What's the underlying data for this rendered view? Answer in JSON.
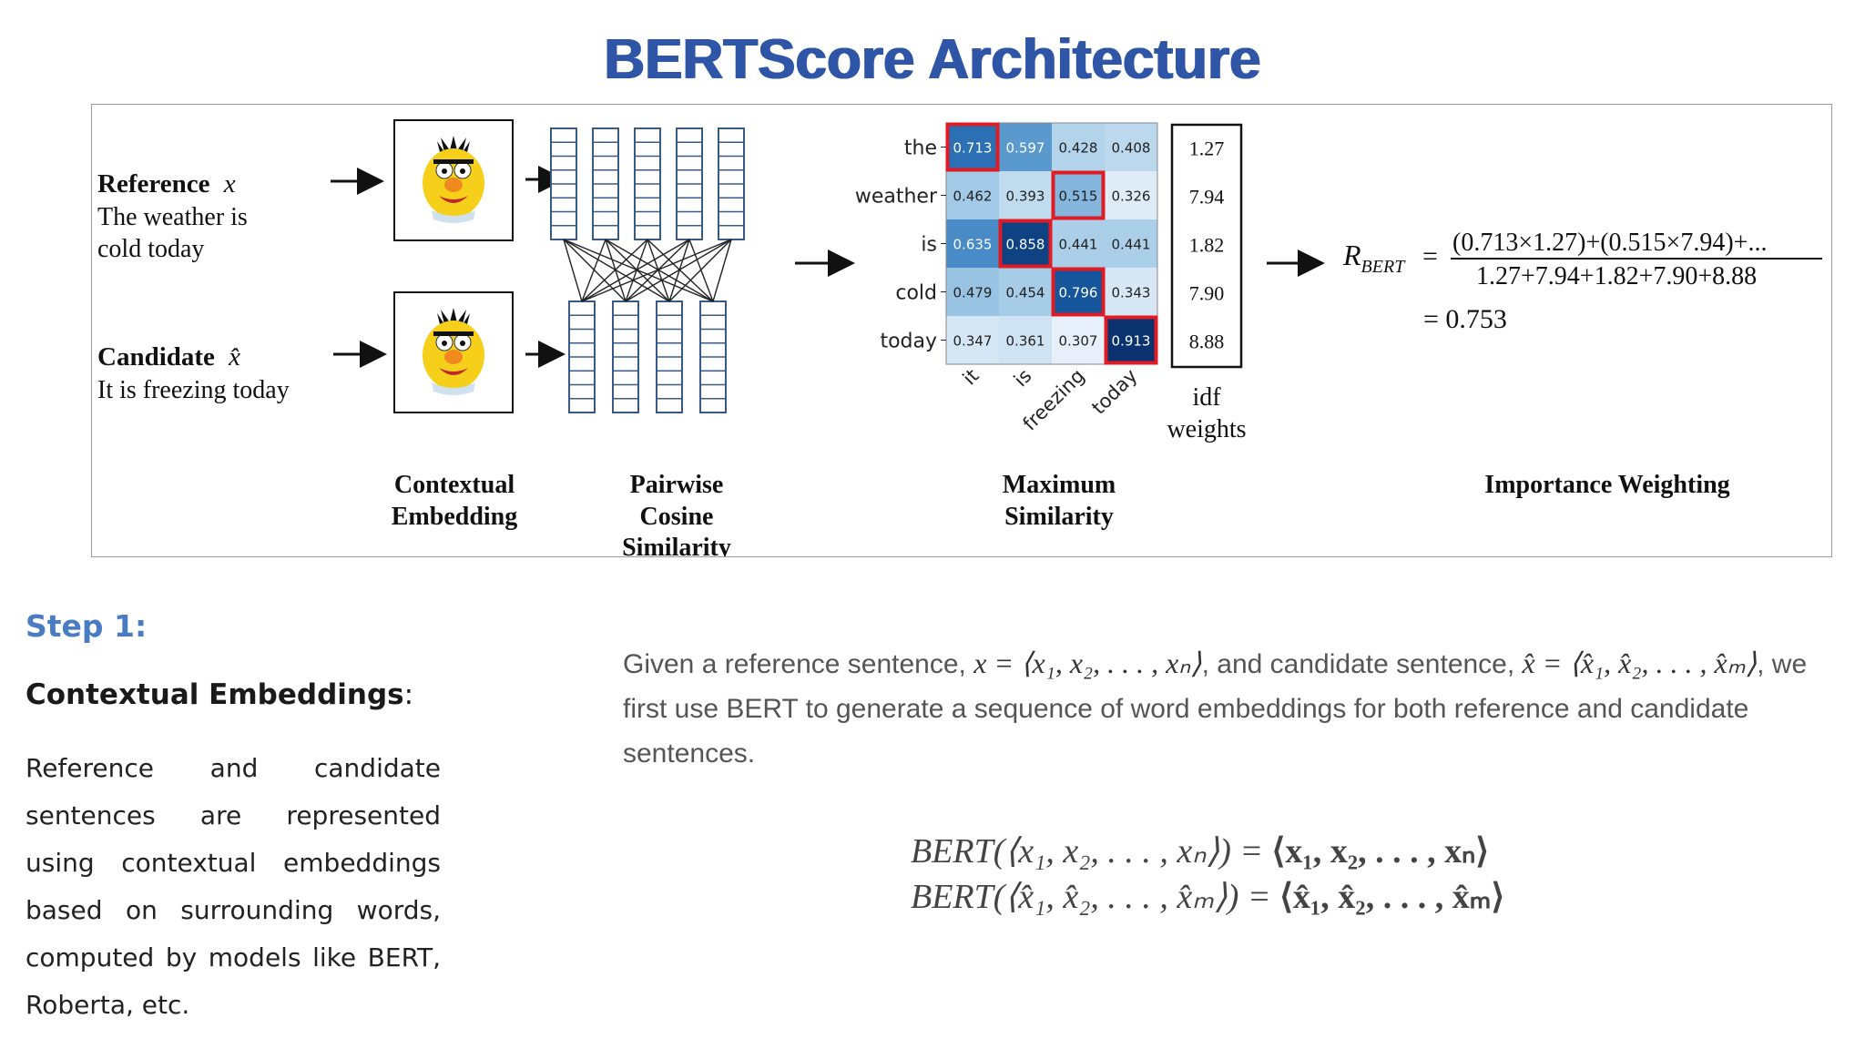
{
  "page": {
    "title": "BERTScore Architecture"
  },
  "figure": {
    "reference_label": "Reference",
    "reference_var": "x",
    "reference_text_line1": "The weather is",
    "reference_text_line2": "cold today",
    "candidate_label": "Candidate",
    "candidate_var": "x̂",
    "candidate_text": "It is freezing today",
    "stage_labels": {
      "contextual_1": "Contextual",
      "contextual_2": "Embedding",
      "pairwise_1": "Pairwise",
      "pairwise_2": "Cosine",
      "pairwise_3": "Similarity",
      "maxsim_1": "Maximum",
      "maxsim_2": "Similarity",
      "importance": "Importance Weighting"
    },
    "idf_label_1": "idf",
    "idf_label_2": "weights",
    "formula": {
      "lhs": "R",
      "lhs_sub": "BERT",
      "equals": "=",
      "numerator": "(0.713×1.27)+(0.515×7.94)+...",
      "denominator": "1.27+7.94+1.82+7.90+8.88",
      "result": "= 0.753"
    },
    "colors": {
      "heat_low": "#eaf2fb",
      "heat_high": "#08306b",
      "max_highlight": "#e01b24"
    },
    "icons": [
      "right-arrow-icon",
      "bert-muppet-icon",
      "embedding-column-icon"
    ]
  },
  "chart_data": {
    "type": "heatmap",
    "rows": [
      "the",
      "weather",
      "is",
      "cold",
      "today"
    ],
    "columns": [
      "it",
      "is",
      "freezing",
      "today"
    ],
    "values": [
      [
        0.713,
        0.597,
        0.428,
        0.408
      ],
      [
        0.462,
        0.393,
        0.515,
        0.326
      ],
      [
        0.635,
        0.858,
        0.441,
        0.441
      ],
      [
        0.479,
        0.454,
        0.796,
        0.343
      ],
      [
        0.347,
        0.361,
        0.307,
        0.913
      ]
    ],
    "row_max_col": [
      0,
      2,
      1,
      2,
      3
    ],
    "idf_weights": [
      1.27,
      7.94,
      1.82,
      7.9,
      8.88
    ],
    "color_range": [
      0.3,
      0.92
    ]
  },
  "step": {
    "label": "Step 1:",
    "heading_bold": "Contextual Embeddings",
    "heading_suffix": ":",
    "body": "Reference and candidate sentences are represented using contextual embeddings based on surrounding words, computed by models like BERT, Roberta, etc."
  },
  "description": {
    "p1": "Given a reference sentence,",
    "x_eq": "x = ⟨x₁, x₂, . . . , xₙ⟩",
    "p2": ", and candidate sentence,",
    "xhat_eq": "x̂ = ⟨x̂₁, x̂₂, . . . , x̂ₘ⟩",
    "p3": ", we first use BERT to generate a sequence of word embeddings for both reference and candidate sentences."
  },
  "equations": {
    "line1_func": "BERT",
    "line1_arg": "(⟨x₁, x₂, . . . , xₙ⟩) = ",
    "line1_rhs": "⟨x₁, x₂, . . . , xₙ⟩",
    "line2_func": "BERT",
    "line2_arg": "(⟨x̂₁, x̂₂, . . . , x̂ₘ⟩) = ",
    "line2_rhs": "⟨x̂₁, x̂₂, . . . , x̂ₘ⟩"
  }
}
